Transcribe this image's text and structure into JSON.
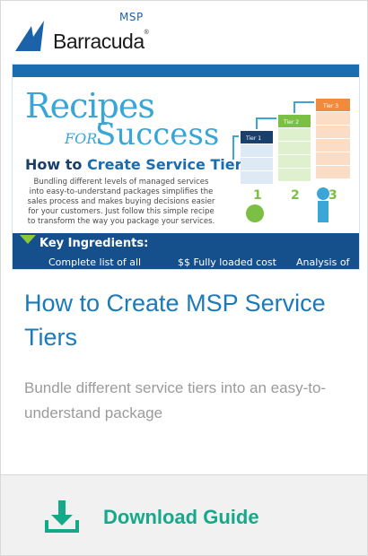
{
  "logo": {
    "msp": "MSP",
    "name": "Barracuda",
    "reg": "®"
  },
  "hero": {
    "recipes": "Recipes",
    "for": "FOR",
    "success": "Success",
    "subheading_prefix": "How to",
    "subheading_rest": "Create Service Tiers",
    "body": "Bundling different levels of managed services into easy-to-understand packages simplifies the sales process and makes buying decisions easier for your customers. Just follow this simple recipe to transform the way you package your services.",
    "key_ingredients": "Key Ingredients:",
    "items": [
      "Complete list of all",
      "$$ Fully loaded cost",
      "Analysis of"
    ],
    "tiers": [
      "Tier 1",
      "Tier 2",
      "Tier 3"
    ],
    "tier_numbers": [
      "1",
      "2",
      "3"
    ]
  },
  "title": "How to Create MSP Service Tiers",
  "subtitle": "Bundle different service tiers into an easy-to-understand package",
  "cta": {
    "label": "Download Guide",
    "icon": "download-icon"
  },
  "colors": {
    "title": "#1b7ab8",
    "cta": "#16a989",
    "subtitle": "#9b9b9b"
  }
}
